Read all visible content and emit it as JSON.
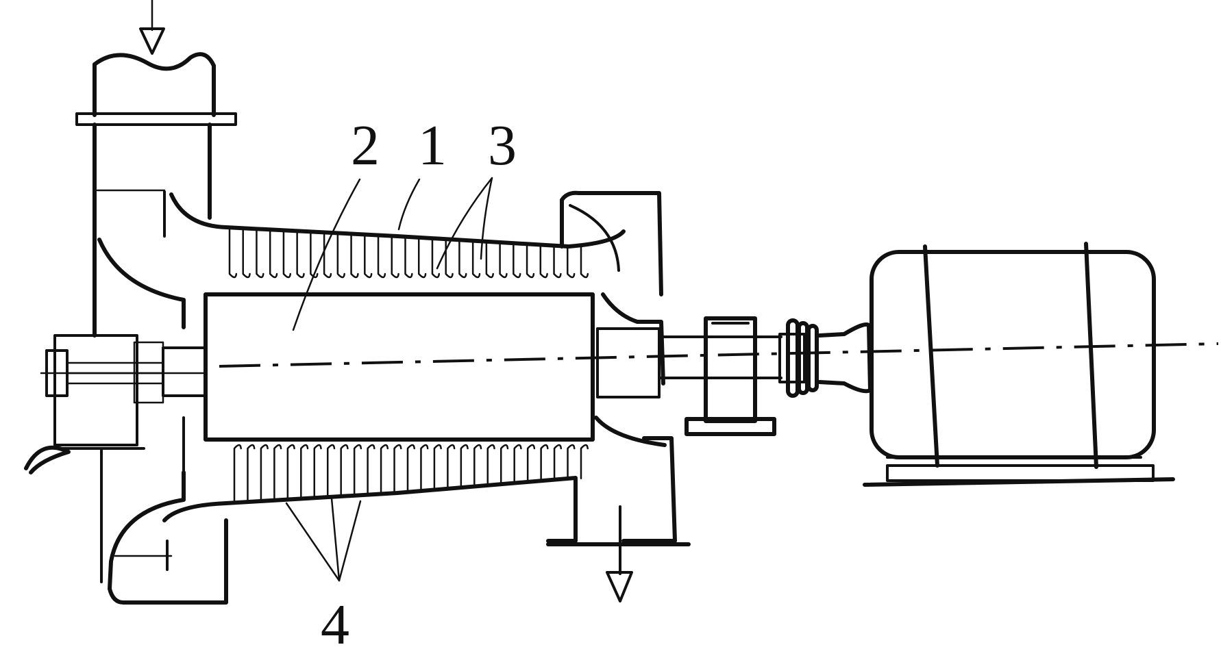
{
  "diagram": {
    "labels": {
      "one": "1",
      "two": "2",
      "three": "3",
      "four": "4"
    },
    "colors": {
      "ink": "#111111",
      "background": "#ffffff"
    }
  }
}
